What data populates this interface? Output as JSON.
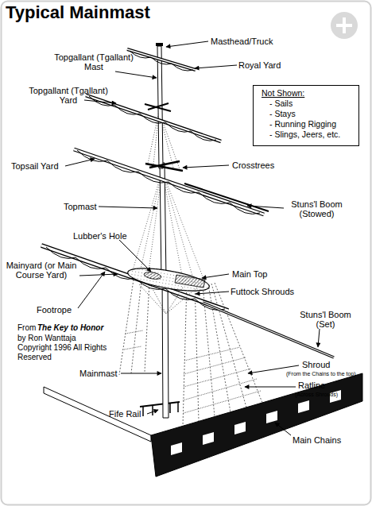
{
  "diagram": {
    "title": "Typical Mainmast",
    "nodes": [
      {
        "text": [
          "Not Shown:",
          "- Sails",
          "- Stays",
          "- Running Rigging",
          "- Slings, Jeers, etc."
        ]
      }
    ],
    "labels": [
      "Masthead/Truck",
      "Royal Yard",
      "Topgallant (Tgallant) Mast",
      "Topgallant (Tgallant) Yard",
      "Crosstrees",
      "Topsail Yard",
      "Topmast",
      "Stuns'l Boom (Stowed)",
      "Lubber's Hole",
      "Main Top",
      "Mainyard (or Main Course Yard)",
      "Futtock Shrouds",
      "Footrope",
      "From",
      "The Key to Honor",
      "by Ron Wanttaja",
      "Copyright 1996 All Rights Reserved",
      "Stuns'l Boom (Set)",
      "Shroud",
      "(From the Chains to the top)",
      "Mainmast",
      "Ratline",
      "(Across Shrouds)",
      "Fife Rail",
      "Main Chains"
    ]
  }
}
